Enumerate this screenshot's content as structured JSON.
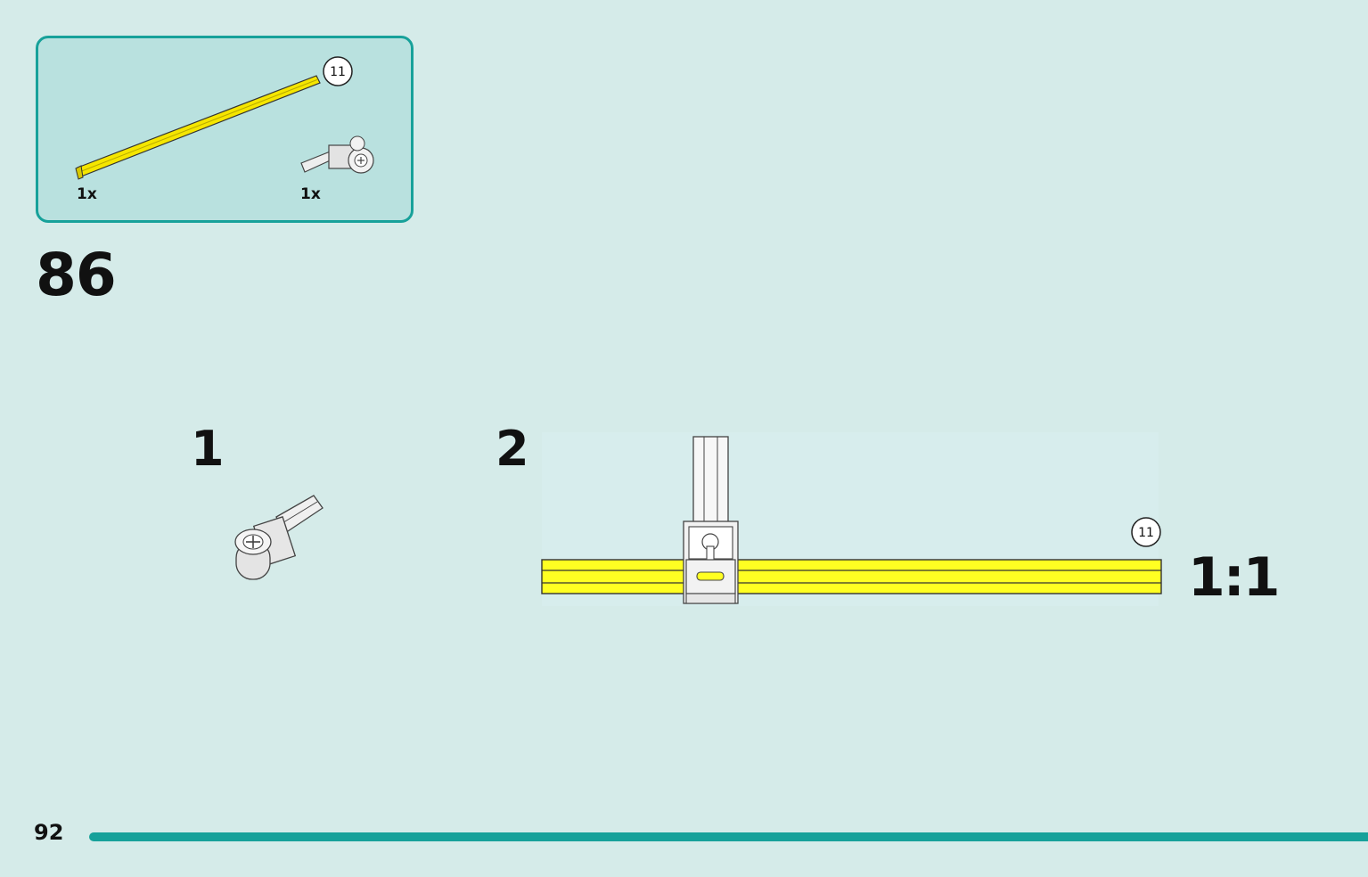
{
  "step": {
    "number": "86"
  },
  "parts": {
    "axle_qty": "1x",
    "connector_qty": "1x",
    "axle_length": "11"
  },
  "substeps": [
    {
      "number": "1"
    },
    {
      "number": "2"
    }
  ],
  "assembly": {
    "axle_length": "11",
    "scale": "1:1"
  },
  "page": {
    "number": "92"
  },
  "colors": {
    "accent": "#17a19a",
    "background": "#d5ebe9",
    "parts_box_fill": "#b9e1df",
    "axle_yellow": "#f5e600"
  }
}
